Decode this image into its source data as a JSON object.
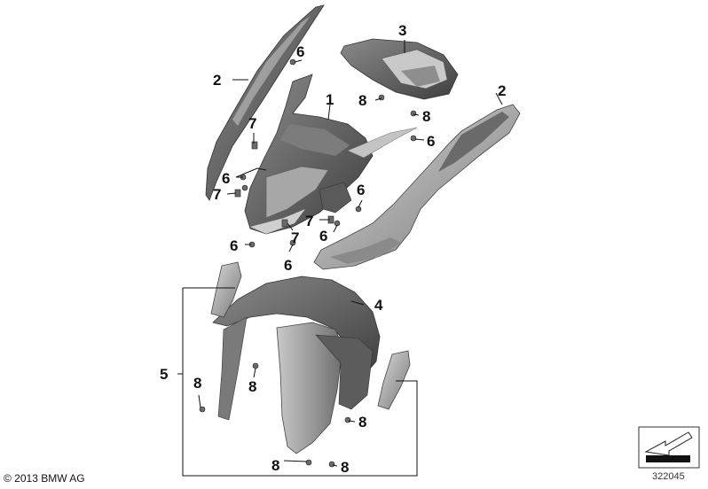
{
  "callouts": {
    "part_1": "1",
    "part_2": "2",
    "part_3": "3",
    "part_4": "4",
    "part_5": "5",
    "part_6": "6",
    "part_7": "7",
    "part_8": "8"
  },
  "footer": {
    "copyright": "© 2013 BMW AG",
    "figure_number": "322045"
  },
  "icons": {
    "orientation": "direction-arrow-icon"
  },
  "colors": {
    "part_fill_dark": "#6f6f6f",
    "part_fill_mid": "#9a9a9a",
    "part_fill_light": "#d0d0d0",
    "line": "#111111"
  }
}
